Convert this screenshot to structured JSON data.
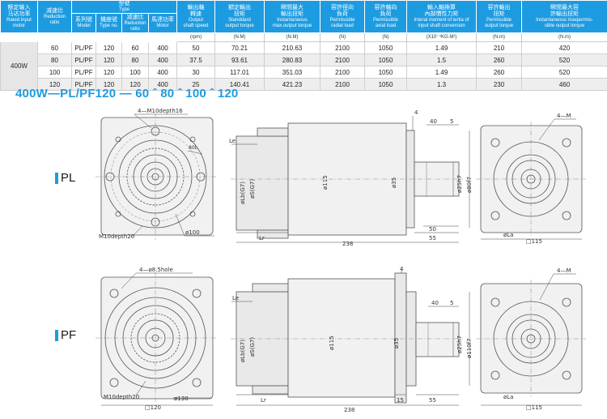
{
  "table": {
    "header": {
      "rated_input": {
        "cn": "额定输入",
        "cn2": "马达功率",
        "en": "Rated input",
        "en2": "motor"
      },
      "reduction_ratio": {
        "cn": "减速比",
        "en": "Reduction",
        "en2": "ratio"
      },
      "type_group": {
        "cn": "型號",
        "en": "Type"
      },
      "series": {
        "cn": "系列號",
        "en": "Model"
      },
      "frame": {
        "cn": "機座號",
        "en": "Type no."
      },
      "reduction_ratio_sub": {
        "cn": "减速比",
        "en": "Reduction",
        "en2": "ratio"
      },
      "motor_power": {
        "cn": "馬達功率",
        "en": "Motor"
      },
      "output_speed": {
        "cn": "輸出軸",
        "cn2": "轉速",
        "en": "Output",
        "en2": "shaft speed",
        "unit": "(rpm)"
      },
      "rated_torque": {
        "cn": "額定輸出",
        "cn2": "扭矩",
        "en": "Standdard",
        "en2": "output torque",
        "unit": "(N.M)"
      },
      "max_torque": {
        "cn": "瞬間最大",
        "cn2": "輸出扭矩",
        "en": "Instantaneous",
        "en2": "max.output torque",
        "unit": "(N.M)"
      },
      "radial_load": {
        "cn": "容許徑向",
        "cn2": "負荷",
        "en": "Permissible",
        "en2": "radial load",
        "unit": "(N)"
      },
      "axial_load": {
        "cn": "容許軸向",
        "cn2": "負荷",
        "en": "Permissible",
        "en2": "axial load",
        "unit": "(N)"
      },
      "inertia": {
        "cn": "輸入軸換算",
        "cn2": "內部慣性力矩",
        "en": "Interal moment of iertia of",
        "en2": "input shaft conversion",
        "unit": "(X10⁻⁴KG.M²)"
      },
      "perm_output_torque": {
        "cn": "容許輸出",
        "cn2": "扭矩",
        "en": "Permissible",
        "en2": "output torque",
        "unit": "(N.m)"
      },
      "inst_perm_torque": {
        "cn": "瞬間最大容",
        "cn2": "許輸出扭矩",
        "en": "Instantaneous maxpermis-",
        "en2": "sible output torque",
        "unit": "(N.m)"
      }
    },
    "motor_value": "400W",
    "rows": [
      {
        "ratio": "60",
        "series": "PL/PF",
        "frame": "120",
        "sub_ratio": "60",
        "motor": "400",
        "speed": "50",
        "rated_torque": "70.21",
        "max_torque": "210.63",
        "radial": "2100",
        "axial": "1050",
        "inertia": "1.49",
        "perm_torque": "210",
        "inst_torque": "420"
      },
      {
        "ratio": "80",
        "series": "PL/PF",
        "frame": "120",
        "sub_ratio": "80",
        "motor": "400",
        "speed": "37.5",
        "rated_torque": "93.61",
        "max_torque": "280.83",
        "radial": "2100",
        "axial": "1050",
        "inertia": "1.5",
        "perm_torque": "260",
        "inst_torque": "520"
      },
      {
        "ratio": "100",
        "series": "PL/PF",
        "frame": "120",
        "sub_ratio": "100",
        "motor": "400",
        "speed": "30",
        "rated_torque": "117.01",
        "max_torque": "351.03",
        "radial": "2100",
        "axial": "1050",
        "inertia": "1.49",
        "perm_torque": "260",
        "inst_torque": "520"
      },
      {
        "ratio": "120",
        "series": "PL/PF",
        "frame": "120",
        "sub_ratio": "120",
        "motor": "400",
        "speed": "25",
        "rated_torque": "140.41",
        "max_torque": "421.23",
        "radial": "2100",
        "axial": "1050",
        "inertia": "1.3",
        "perm_torque": "230",
        "inst_torque": "460"
      }
    ]
  },
  "section_title": "400W—PL/PF120 — 60 ˆ 80 ˆ 100 ˆ 120",
  "series_labels": {
    "pl": "PL",
    "pf": "PF"
  },
  "accent_color": "#1d9be0",
  "pl_drawing": {
    "front": {
      "hole_note": "4—M10depth16",
      "tap_note": "M10depth20",
      "pcd": "ø100",
      "ring_label": "80L"
    },
    "side": {
      "le": "Le",
      "lb": "øLb(G7)",
      "s": "øS(G7)",
      "lr": "Lr",
      "body_dia": "ø115",
      "length": "238",
      "shaft_dia": "ø35",
      "key_dim": "40",
      "key_width": "5",
      "dim_4": "4",
      "bore1": "ø25h7",
      "bore2": "ø80f7",
      "dim_50": "50",
      "dim_55": "55"
    },
    "rear": {
      "hole_note": "4—M",
      "la": "øLa",
      "square": "□115"
    }
  },
  "pf_drawing": {
    "front": {
      "hole_note": "4—ø8.5hole",
      "tap_note": "M10depth20",
      "square": "□120",
      "pcd": "ø130"
    },
    "side": {
      "le": "Le",
      "lb": "øLb(G7)",
      "s": "øS(G7)",
      "lr": "Lr",
      "body_dia": "ø115",
      "length": "238",
      "shaft_dia": "ø35",
      "key_dim": "40",
      "key_width": "5",
      "dim_4": "4",
      "bore1": "ø25h7",
      "bore2": "ø110f7",
      "dim_15": "15",
      "dim_55": "55"
    },
    "rear": {
      "hole_note": "4—M",
      "la": "øLa",
      "square": "□115"
    }
  }
}
